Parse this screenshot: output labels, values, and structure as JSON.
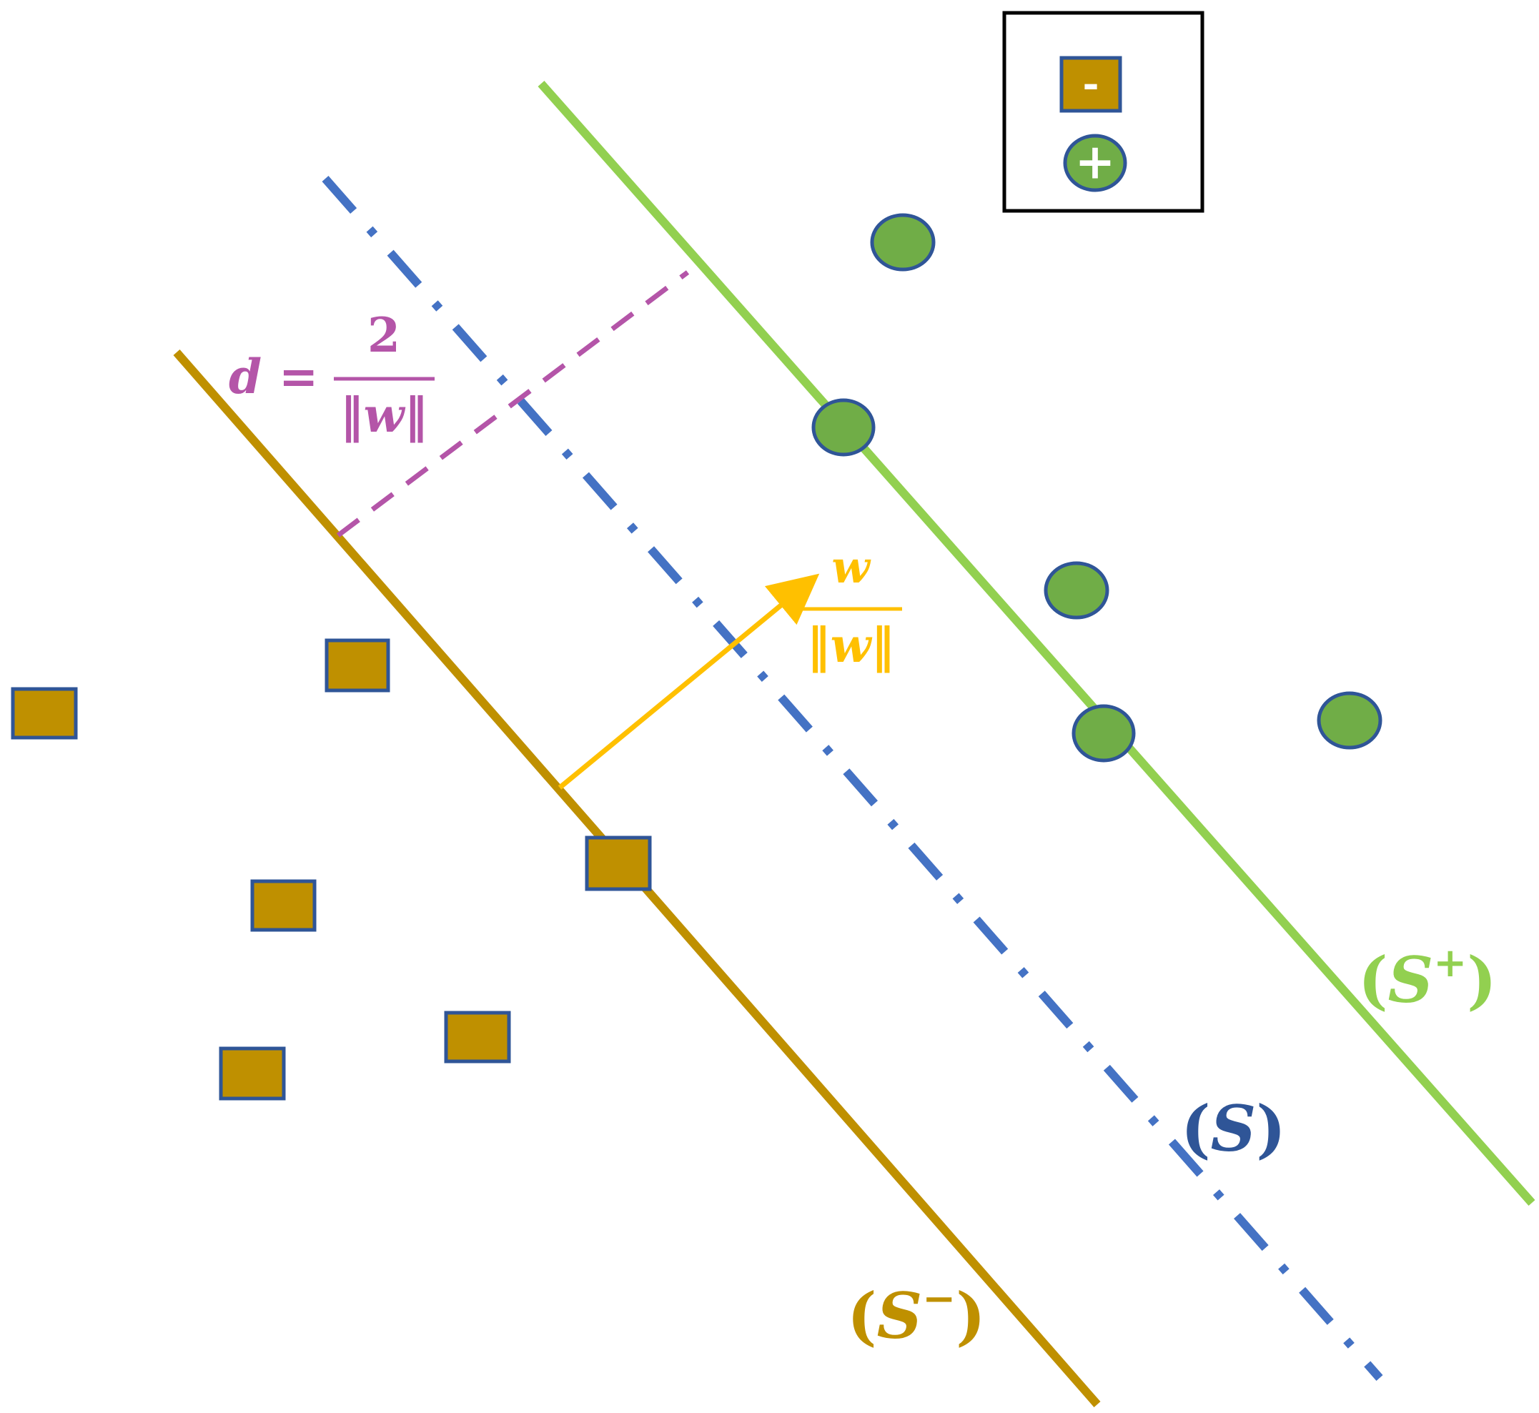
{
  "colors": {
    "negative_fill": "#BF9000",
    "marker_border": "#2F5597",
    "positive_fill": "#70AD47",
    "separator": "#4472C4",
    "upper_margin": "#92D050",
    "lower_margin": "#BF9000",
    "distance": "#B455A8",
    "normal_vector": "#FFC000",
    "lower_label": "#BF9000",
    "middle_label": "#2F5597",
    "upper_label": "#92D050",
    "legend_border": "#000000"
  },
  "legend": {
    "negative_symbol": "-",
    "positive_symbol": "+"
  },
  "labels": {
    "lower_margin": {
      "open": "(",
      "base": "S",
      "sup": "−",
      "close": ")"
    },
    "separator": {
      "open": "(",
      "base": "S",
      "close": ")"
    },
    "upper_margin": {
      "open": "(",
      "base": "S",
      "sup": "+",
      "close": ")"
    }
  },
  "distance_formula": {
    "lhs": "d",
    "equals": "=",
    "numerator": "2",
    "denominator": "‖w‖"
  },
  "normal_vector_formula": {
    "numerator": "w",
    "denominator": "‖w‖"
  }
}
